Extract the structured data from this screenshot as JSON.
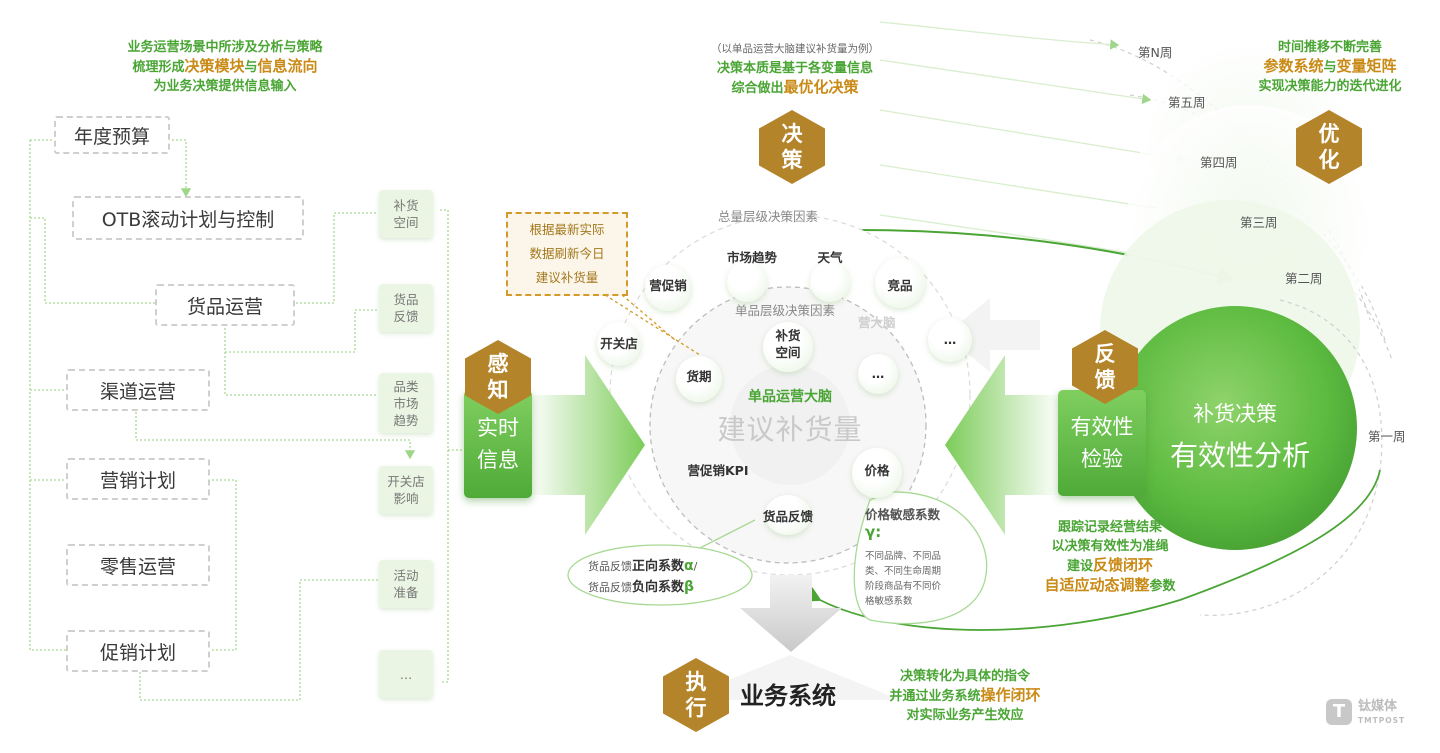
{
  "left_caption": {
    "line1": "业务运营场景中所涉及分析与策略",
    "line2_a": "梳理形成",
    "line2_b": "决策模块",
    "line2_c": "与",
    "line2_d": "信息流向",
    "line3": "为业务决策提供信息输入"
  },
  "modules": [
    "年度预算",
    "OTB滚动计划与控制",
    "货品运营",
    "渠道运营",
    "营销计划",
    "零售运营",
    "促销计划"
  ],
  "signals": [
    {
      "l1": "补货",
      "l2": "空间",
      "l3": ""
    },
    {
      "l1": "货品",
      "l2": "反馈",
      "l3": ""
    },
    {
      "l1": "品类",
      "l2": "市场",
      "l3": "趋势"
    },
    {
      "l1": "开关店",
      "l2": "影响",
      "l3": ""
    },
    {
      "l1": "活动",
      "l2": "准备",
      "l3": ""
    },
    {
      "l1": "…",
      "l2": "",
      "l3": ""
    }
  ],
  "refresh_note": {
    "l1": "根据最新实际",
    "l2": "数据刷新今日",
    "l3": "建议补货量"
  },
  "decision_caption": {
    "line1": "（以单品运营大脑建议补货量为例）",
    "line2": "决策本质是基于各变量信息",
    "line3_a": "综合做出",
    "line3_b": "最优化决策"
  },
  "hex": {
    "perceive": {
      "a": "感",
      "b": "知"
    },
    "decide": {
      "a": "决",
      "b": "策"
    },
    "feedback": {
      "a": "反",
      "b": "馈"
    },
    "optimize": {
      "a": "优",
      "b": "化"
    },
    "execute": {
      "a": "执",
      "b": "行"
    }
  },
  "realtime_box": {
    "l1": "实时",
    "l2": "信息"
  },
  "validity_box": {
    "l1": "有效性",
    "l2": "检验"
  },
  "outer_label": "总量层级决策因素",
  "inner_label": "单品层级决策因素",
  "outer_nodes": {
    "market": "市场趋势",
    "weather": "天气",
    "competitor": "竞品",
    "promo": "营促销",
    "store": "开关店",
    "more": "…",
    "ghost": "营大脑"
  },
  "inner_nodes": {
    "space": "补货\n空间",
    "cycle": "货期",
    "more": "…",
    "kpi": "营促销KPI",
    "price": "价格",
    "feedback": "货品反馈"
  },
  "center": {
    "small": "单品运营大脑",
    "big": "建议补货量"
  },
  "coef_left": {
    "l1_a": "货品反馈",
    "l1_b": "正向系数",
    "l1_c": "α",
    "l2_a": "货品反馈",
    "l2_b": "负向系数",
    "l2_c": "β"
  },
  "coef_right": {
    "title": "价格敏感系数",
    "symbol": "γ:",
    "d1": "不同品牌、不同品",
    "d2": "类、不同生命周期",
    "d3": "阶段商品有不同价",
    "d4": "格敏感系数"
  },
  "big_circle": {
    "l1": "补货决策",
    "l2": "有效性分析"
  },
  "weeks": [
    "第N周",
    "第五周",
    "第四周",
    "第三周",
    "第二周",
    "第一周"
  ],
  "optimize_caption": {
    "line1": "时间推移不断完善",
    "line2_a": "参数系统",
    "line2_b": "与",
    "line2_c": "变量矩阵",
    "line3": "实现决策能力的迭代进化"
  },
  "feedback_caption": {
    "line1": "跟踪记录经营结果",
    "line2": "以决策有效性为准绳",
    "line3_a": "建设",
    "line3_b": "反馈闭环",
    "line4_a": "自适应动态调整",
    "line4_b": "参数"
  },
  "business_system": "业务系统",
  "execute_caption": {
    "line1": "决策转化为具体的指令",
    "line2_a": "并通过业务系统",
    "line2_b": "操作闭环",
    "line3": "对实际业务产生效应"
  },
  "watermark": {
    "cn": "钛媒体",
    "en": "TMTPOST"
  },
  "colors": {
    "green": "#4aa535",
    "gold": "#b4842a",
    "orange": "#c98a16",
    "light_green": "#eaf5e3"
  }
}
